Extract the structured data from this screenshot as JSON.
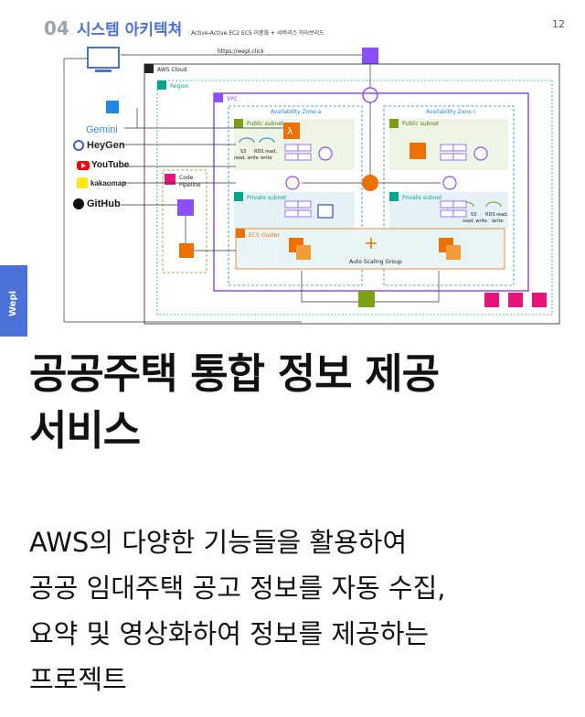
{
  "slide": {
    "number_label": "04",
    "title": "시스템 아키텍쳐",
    "subtitle": ": Active-Active EC2 ECS 이중화 + 서버리스 하이브리드",
    "page_number": "12",
    "side_tab": "Wepl"
  },
  "diagram": {
    "url_label": "https://wepl.click",
    "cloud_label": "AWS Cloud",
    "region_label": "Region",
    "vpc_label": "VPC",
    "az_a": "Availability Zone a",
    "az_c": "Availability Zone c",
    "public_subnet": "Public subnet",
    "private_subnet": "Private subnet",
    "ecs_cluster": "ECS cluster",
    "codepipeline": "Code\nPipeline",
    "autoscaling": "Auto Scaling Group",
    "s3_label": "S3",
    "s3_sub": "read, write",
    "rds_label": "RDS read,",
    "rds_sub": "write"
  },
  "external_services": {
    "gemini": "Gemini",
    "heygen": "HeyGen",
    "youtube": "YouTube",
    "kakaomap": "kakaomap",
    "github": "GitHub"
  },
  "colors": {
    "accent": "#4a72d8",
    "orange": "#ed7100",
    "purple": "#8c4fff",
    "green": "#7aa116",
    "teal": "#01a88d",
    "pink": "#e7157b"
  },
  "heading": {
    "line1": "공공주택 통합 정보 제공",
    "line2": "서비스"
  },
  "description": {
    "line1": "AWS의 다양한 기능들을 활용하여",
    "line2": "공공 임대주택 공고 정보를 자동 수집,",
    "line3": "요약 및 영상화하여 정보를 제공하는",
    "line4": "프로젝트"
  }
}
